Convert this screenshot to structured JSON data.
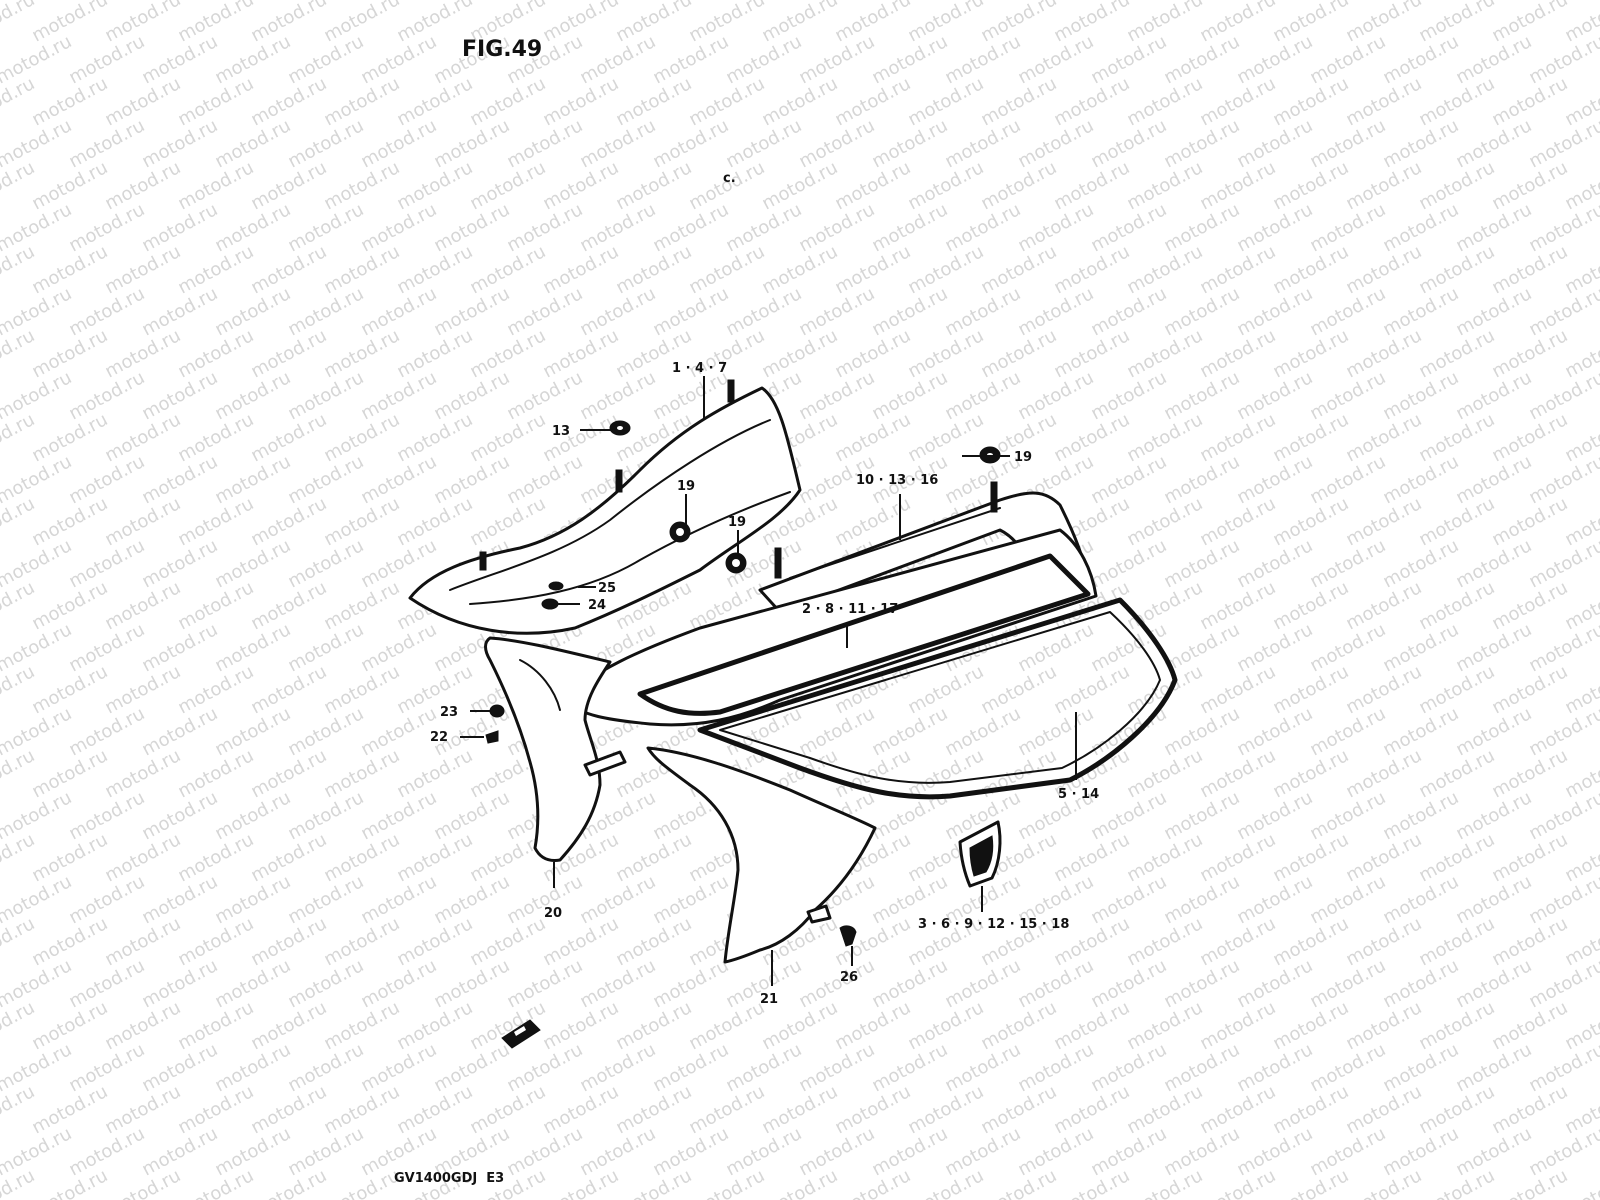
{
  "figure": {
    "title": "FIG.49",
    "footer": "GV1400GDJ  E3",
    "watermark": "motod.ru",
    "stray_mark": "c."
  },
  "callouts": [
    {
      "id": "c-1-4-7",
      "text": "1 · 4 · 7"
    },
    {
      "id": "c-13",
      "text": "13"
    },
    {
      "id": "c-19a",
      "text": "19"
    },
    {
      "id": "c-19b",
      "text": "19"
    },
    {
      "id": "c-19c",
      "text": "19"
    },
    {
      "id": "c-10-13-16",
      "text": "10 · 13 · 16"
    },
    {
      "id": "c-25",
      "text": "25"
    },
    {
      "id": "c-24",
      "text": "24"
    },
    {
      "id": "c-2-8-11-17",
      "text": "2 · 8 · 11 · 17"
    },
    {
      "id": "c-23",
      "text": "23"
    },
    {
      "id": "c-22",
      "text": "22"
    },
    {
      "id": "c-5-14",
      "text": "5 · 14"
    },
    {
      "id": "c-20",
      "text": "20"
    },
    {
      "id": "c-3-6-9",
      "text": "3 · 6 · 9 · 12 · 15 · 18"
    },
    {
      "id": "c-26",
      "text": "26"
    },
    {
      "id": "c-21",
      "text": "21"
    }
  ],
  "colors": {
    "ink": "#111111",
    "watermark": "#d6d6d6",
    "background": "#ffffff"
  }
}
